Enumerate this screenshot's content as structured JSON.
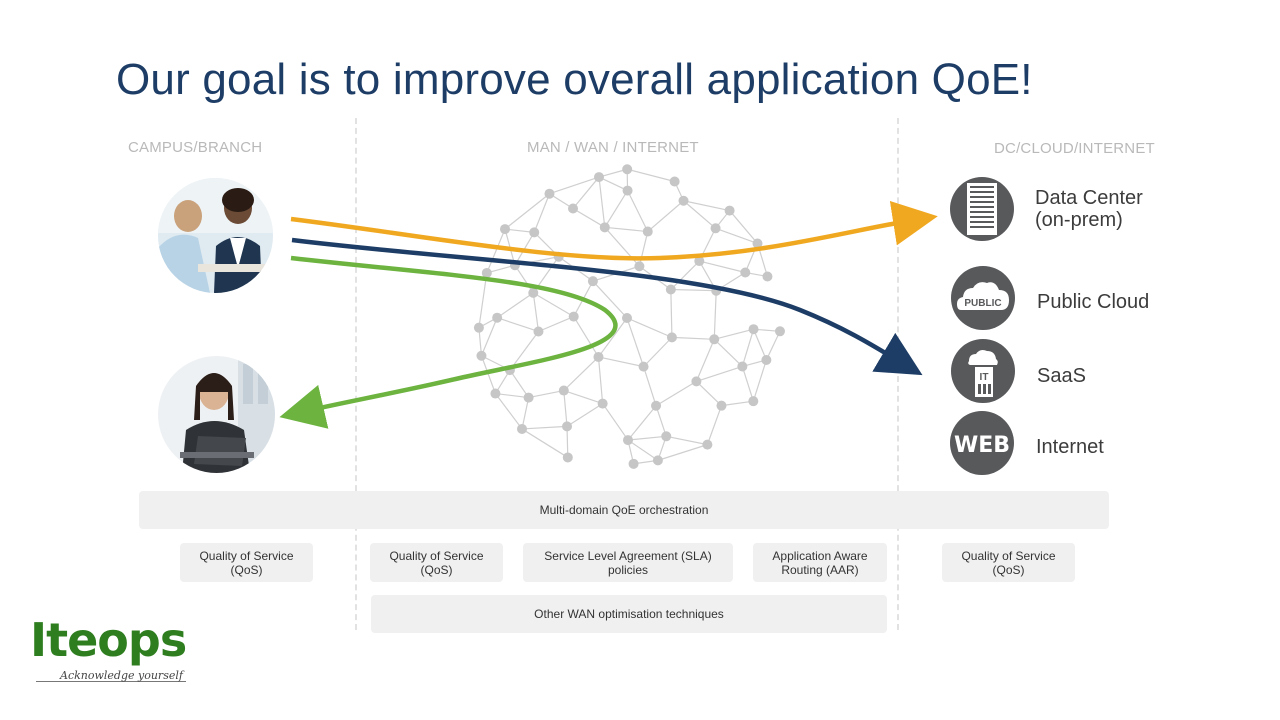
{
  "title": "Our goal is to improve overall application QoE!",
  "sections": {
    "campus": "CAMPUS/BRANCH",
    "wan": "MAN / WAN / INTERNET",
    "dc": "DC/CLOUD/INTERNET"
  },
  "destinations": {
    "datacenter": "Data Center\n(on-prem)",
    "public_cloud": "Public Cloud",
    "saas": "SaaS",
    "internet": "Internet"
  },
  "icons": {
    "public_badge": "PUBLIC",
    "it_badge": "IT",
    "web_badge": "WEB"
  },
  "flow_colors": {
    "datacenter_flow": "#f0a820",
    "saas_flow": "#1d3d66",
    "branch_flow": "#6cb33f"
  },
  "boxes": {
    "orchestration": "Multi-domain QoE orchestration",
    "qos_campus": "Quality of Service\n(QoS)",
    "qos_wan": "Quality of Service\n(QoS)",
    "sla": "Service Level Agreement (SLA)\npolicies",
    "aar": "Application Aware\nRouting (AAR)",
    "qos_dc": "Quality of Service\n(QoS)",
    "wan_opt": "Other WAN optimisation techniques"
  },
  "logo": {
    "name": "Iteops",
    "tagline": "Acknowledge yourself"
  }
}
